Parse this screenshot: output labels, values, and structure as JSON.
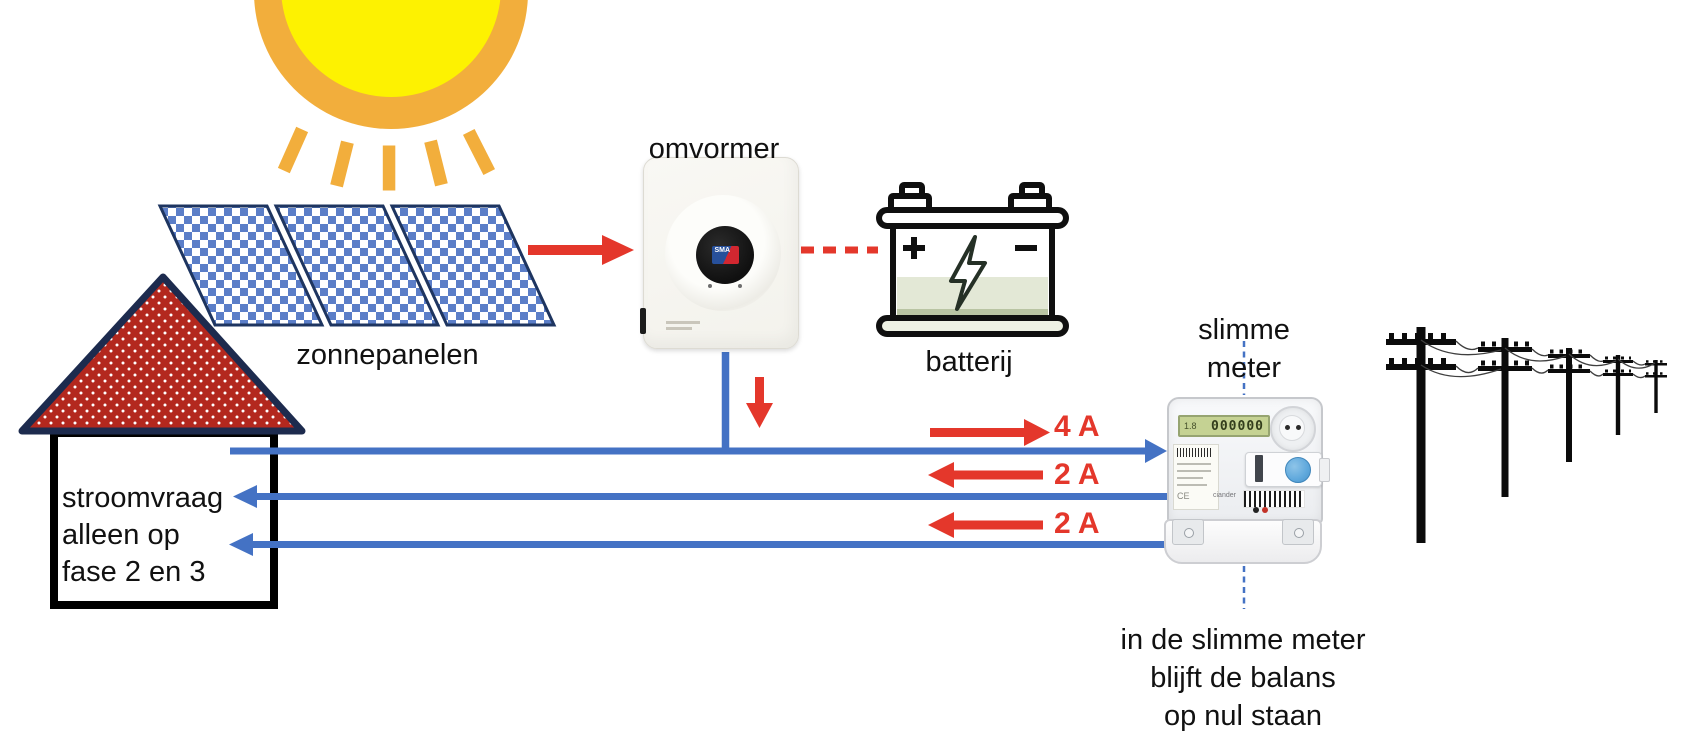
{
  "labels": {
    "solar_panels": "zonnepanelen",
    "inverter": "omvormer",
    "battery": "batterij",
    "smart_meter": [
      "slimme",
      "meter"
    ],
    "house_demand": [
      "stroomvraag",
      "alleen op",
      "fase 2 en 3"
    ],
    "meter_note": [
      "in de slimme meter",
      "blijft de balans",
      "op nul staan"
    ]
  },
  "flows": {
    "to_grid": "4 A",
    "from_grid_top": "2 A",
    "from_grid_bottom": "2 A"
  },
  "meter": {
    "lcd_left": "1.8",
    "lcd_value": "000000",
    "ce_mark": "CE",
    "brand_text": "ciander",
    "inverter_logo": "SMA"
  },
  "colors": {
    "flow_blue": "#4472C4",
    "flow_red": "#E4372B",
    "sun_core": "#FDF201",
    "sun_ring": "#F2AE3C",
    "panel_blue": "#5B7EC8",
    "panel_outline": "#1E3560",
    "roof_red": "#B3281E",
    "roof_outline": "#1D2B4E",
    "battery_green": "#E3E8D6",
    "lcd_green": "#C5D293",
    "button_blue": "#5FA8DC"
  }
}
